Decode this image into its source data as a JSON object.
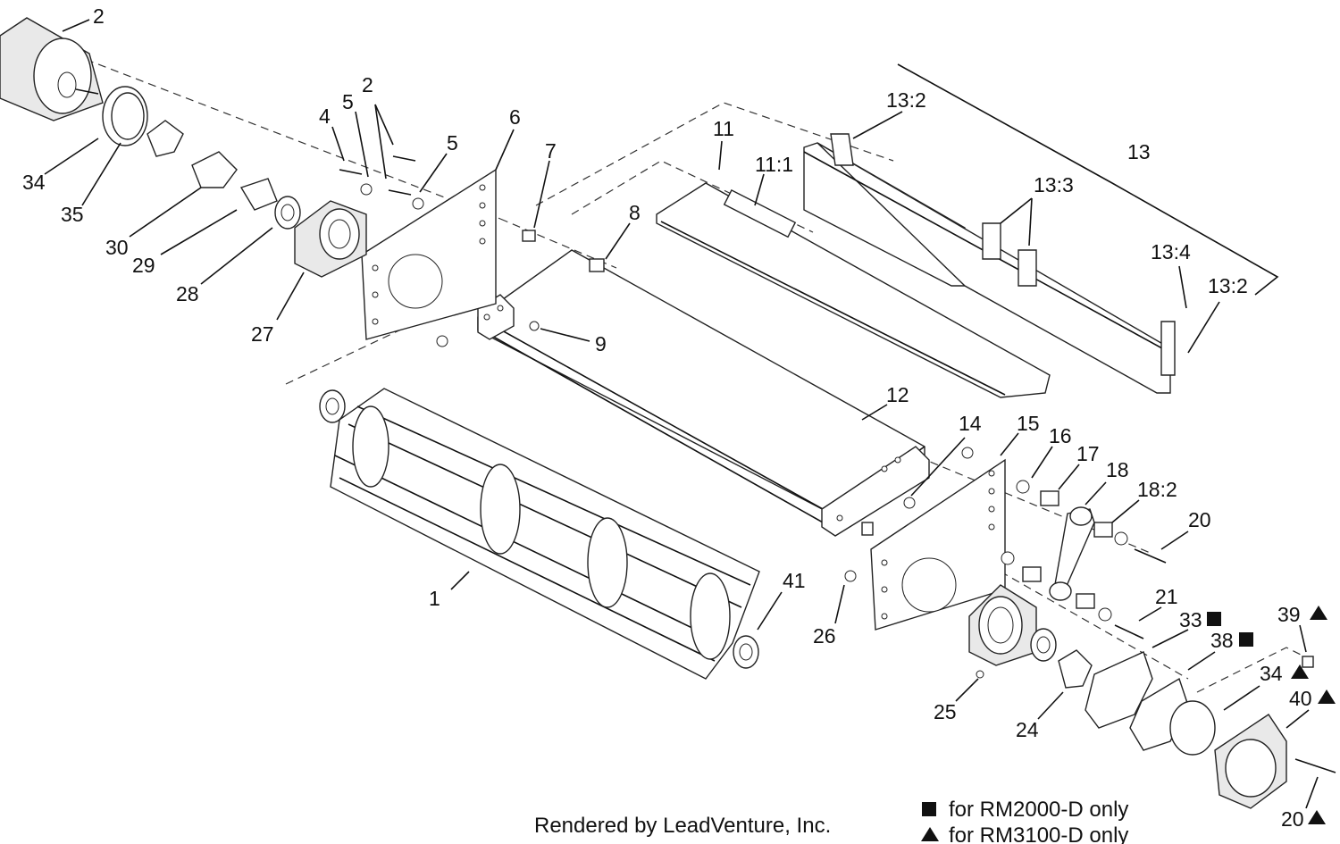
{
  "callouts": {
    "c1": "1",
    "c2a": "2",
    "c2b": "2",
    "c4": "4",
    "c5a": "5",
    "c5b": "5",
    "c6": "6",
    "c7": "7",
    "c8": "8",
    "c9": "9",
    "c11": "11",
    "c11_1": "11:1",
    "c12": "12",
    "c13": "13",
    "c13_2a": "13:2",
    "c13_3": "13:3",
    "c13_4": "13:4",
    "c13_2b": "13:2",
    "c14": "14",
    "c15": "15",
    "c16": "16",
    "c17": "17",
    "c18": "18",
    "c18_2": "18:2",
    "c20a": "20",
    "c20b": "20",
    "c21": "21",
    "c24": "24",
    "c25": "25",
    "c26": "26",
    "c27": "27",
    "c28": "28",
    "c29": "29",
    "c30": "30",
    "c33": "33",
    "c34a": "34",
    "c34b": "34",
    "c35": "35",
    "c38": "38",
    "c39": "39",
    "c40": "40",
    "c41": "41"
  },
  "footer": {
    "credit": "Rendered by LeadVenture, Inc.",
    "legend_square": "for RM2000-D only",
    "legend_triangle": "for RM3100-D only"
  },
  "icons": {
    "square": "filled-square-icon",
    "triangle": "filled-triangle-icon"
  }
}
